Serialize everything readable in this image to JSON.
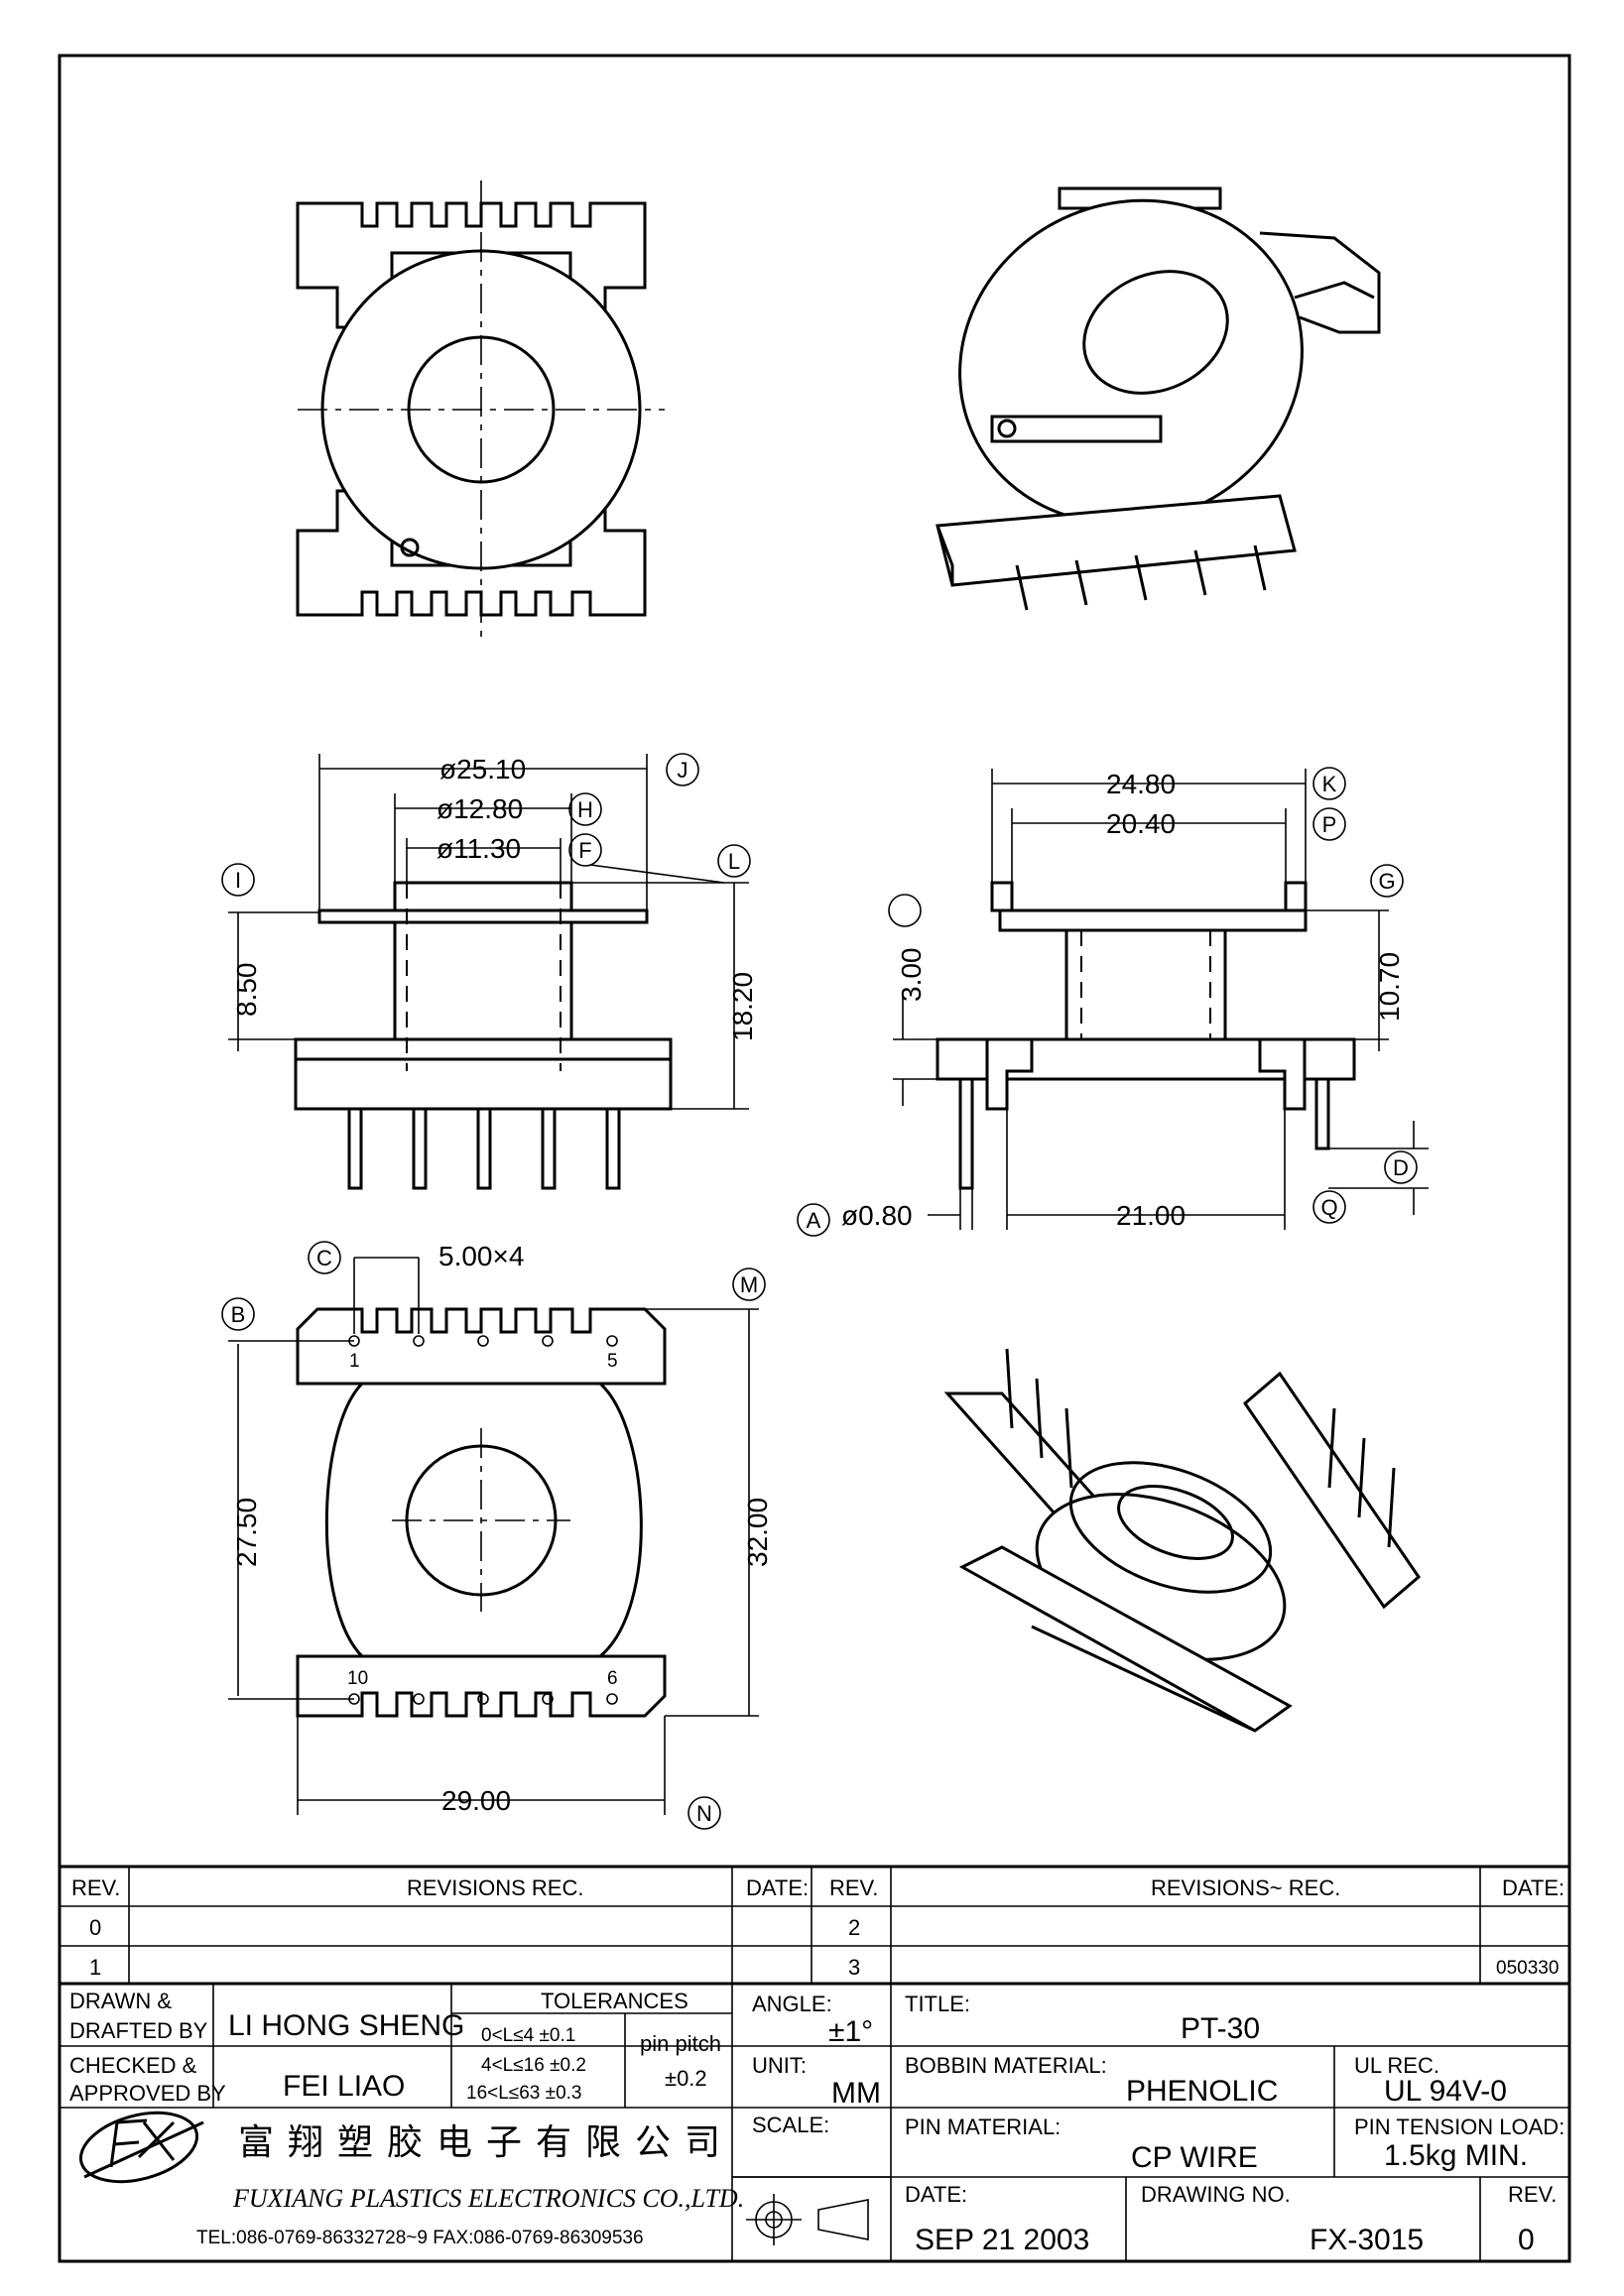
{
  "views": {
    "side": {
      "dia_outer": "ø25.10",
      "dia_mid": "ø12.80",
      "dia_inner": "ø11.30",
      "height_8_50": "8.50",
      "height_18_20": "18.20",
      "tags": {
        "J": "J",
        "H": "H",
        "F": "F",
        "I": "I",
        "L": "L"
      }
    },
    "front": {
      "w_24_80": "24.80",
      "w_20_40": "20.40",
      "h_3_00": "3.00",
      "h_10_70": "10.70",
      "w_21_00": "21.00",
      "pin_dia": "ø0.80",
      "tags": {
        "K": "K",
        "P": "P",
        "G": "G",
        "D": "D",
        "Q": "Q",
        "A": "A"
      }
    },
    "bottom": {
      "pitch": "5.00×4",
      "h_27_50": "27.50",
      "h_32_00": "32.00",
      "w_29_00": "29.00",
      "pin_labels": {
        "p1": "1",
        "p5": "5",
        "p10": "10",
        "p6": "6"
      },
      "tags": {
        "C": "C",
        "B": "B",
        "M": "M",
        "N": "N"
      }
    }
  },
  "title_block": {
    "rev_header": "REV.",
    "revisions_header": "REVISIONS  REC.",
    "date_header": "DATE:",
    "rev_header_2": "REV.",
    "revisions_header_2": "REVISIONS~ REC.",
    "date_header_2": "DATE:",
    "rev_rows": [
      "0",
      "1"
    ],
    "rev_rows_2": [
      "2",
      "3"
    ],
    "rev_date_3": "050330",
    "drawn_label_1": "DRAWN  &",
    "drawn_label_2": "DRAFTED  BY",
    "drawn_by": "LI HONG SHENG",
    "checked_label_1": "CHECKED  &",
    "checked_label_2": "APPROVED  BY",
    "checked_by": "FEI LIAO",
    "tolerances_header": "TOLERANCES",
    "tol_1": "0<L≤4    ±0.1",
    "tol_2": "4<L≤16  ±0.2",
    "tol_3": "16<L≤63  ±0.3",
    "pin_pitch_label": "pin  pitch",
    "pin_pitch_tol": "±0.2",
    "angle_label": "ANGLE:",
    "angle_value": "±1°",
    "unit_label": "UNIT:",
    "unit_value": "MM",
    "scale_label": "SCALE:",
    "title_label": "TITLE:",
    "title_value": "PT-30",
    "bobbin_label": "BOBBIN  MATERIAL:",
    "bobbin_value": "PHENOLIC",
    "ul_label": "UL  REC.",
    "ul_value": "UL  94V-0",
    "pin_mat_label": "PIN  MATERIAL:",
    "pin_mat_value": "CP  WIRE",
    "tension_label": "PIN  TENSION  LOAD:",
    "tension_value": "1.5kg  MIN.",
    "date_label": "DATE:",
    "date_value": "SEP  21  2003",
    "drawing_no_label": "DRAWING  NO.",
    "drawing_no_value": "FX-3015",
    "rev_label": "REV.",
    "rev_value": "0",
    "company_cn": "富翔塑胶电子有限公司",
    "company_en": "FUXIANG  PLASTICS  ELECTRONICS  CO.,LTD.",
    "contact": "TEL:086-0769-86332728~9  FAX:086-0769-86309536"
  }
}
